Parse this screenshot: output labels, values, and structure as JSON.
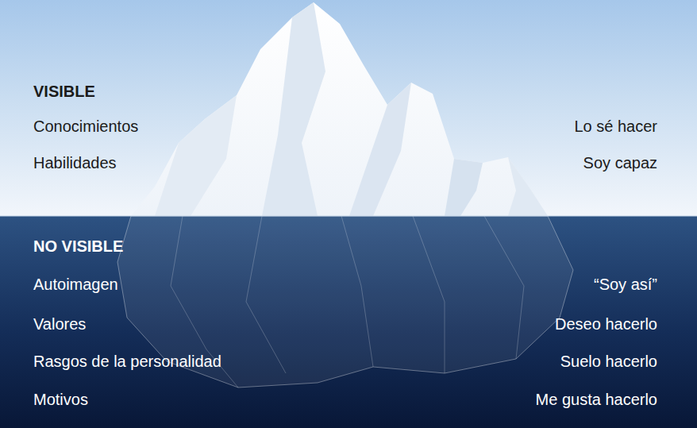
{
  "diagram": {
    "nodes": [
      {
        "text": [
          "VISIBLE",
          "Conocimientos",
          "Lo sé hacer",
          "Habilidades",
          "Soy capaz"
        ]
      },
      {
        "text": [
          "NO VISIBLE",
          "Autoimagen",
          "“Soy así”",
          "Valores",
          "Deseo hacerlo",
          "Rasgos de la personalidad",
          "Suelo hacerlo",
          "Motivos",
          "Me gusta hacerlo"
        ]
      }
    ]
  }
}
